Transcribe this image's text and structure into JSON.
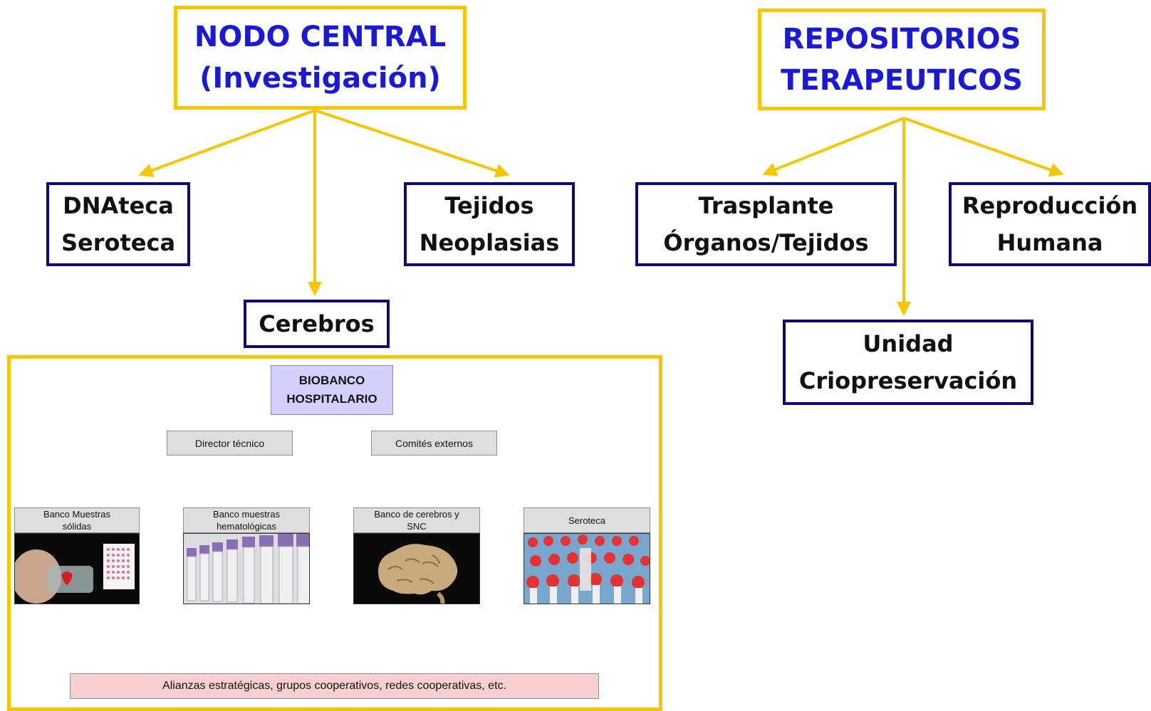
{
  "nodo_central": {
    "line1": "NODO CENTRAL",
    "line2": "(Investigación)"
  },
  "repositorios": {
    "line1": "REPOSITORIOS",
    "line2": "TERAPEUTICOS"
  },
  "dnateca": {
    "line1": "DNAteca",
    "line2": "Seroteca"
  },
  "tejidos": {
    "line1": "Tejidos",
    "line2": "Neoplasias"
  },
  "cerebros": {
    "label": "Cerebros"
  },
  "trasplante": {
    "line1": "Trasplante",
    "line2": "Órganos/Tejidos"
  },
  "reproduccion": {
    "line1": "Reproducción",
    "line2": "Humana"
  },
  "unidad": {
    "line1": "Unidad",
    "line2": "Criopreservación"
  },
  "biobanco": {
    "title_line1": "BIOBANCO",
    "title_line2": "HOSPITALARIO",
    "director": "Director técnico",
    "comites": "Comités externos",
    "banks": [
      {
        "line1": "Banco Muestras",
        "line2": "sólidas"
      },
      {
        "line1": "Banco muestras",
        "line2": "hematológicas"
      },
      {
        "line1": "Banco de cerebros y",
        "line2": "SNC"
      },
      {
        "line1": "Seroteca",
        "line2": ""
      }
    ],
    "alianzas": "Alianzas estratégicas, grupos cooperativos, redes cooperativas, etc."
  },
  "colors": {
    "gold": "#f7c600",
    "blue_text": "#1a1ad6",
    "navy_border": "#0a0a78",
    "lavender": "#d4d0fb",
    "pink": "#f8cfd0",
    "arrow_blue": "#8aa2b5"
  }
}
